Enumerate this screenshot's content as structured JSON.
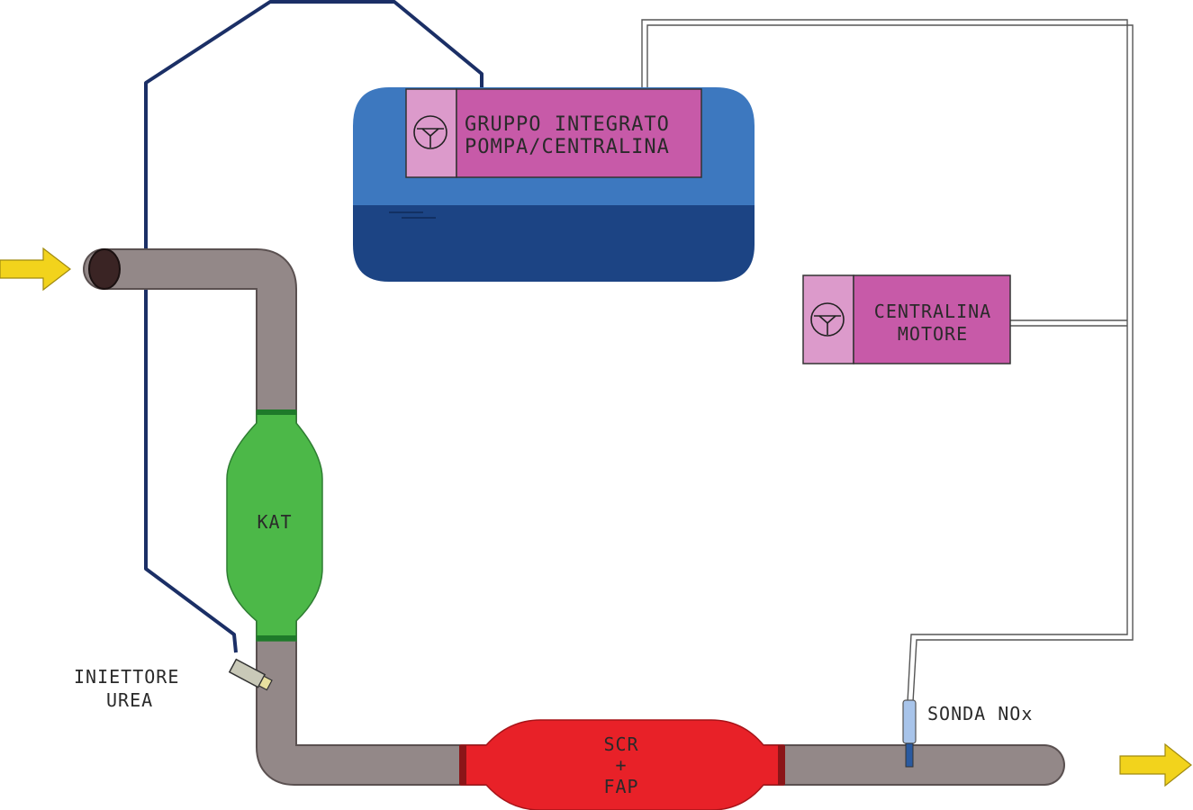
{
  "labels": {
    "pump_unit_line1": "GRUPPO INTEGRATO",
    "pump_unit_line2": "POMPA/CENTRALINA",
    "engine_ecu_line1": "CENTRALINA",
    "engine_ecu_line2": "MOTORE",
    "catalyst": "KAT",
    "scr_line1": "SCR",
    "scr_line2": "+",
    "scr_line3": "FAP",
    "injector_line1": "INIETTORE",
    "injector_line2": "UREA",
    "nox_sensor": "SONDA NOx"
  },
  "colors": {
    "pipe": "#938888",
    "pipe_edge": "#5a5050",
    "tank_upper": "#3d78bf",
    "tank_lower": "#1c4484",
    "ecu_fill": "#c75aa8",
    "ecu_light": "#dc9acb",
    "catalyst": "#4cb848",
    "catalyst_band": "#1e7a2a",
    "scr": "#e82128",
    "scr_band": "#8b1518",
    "urea_line": "#1b2f66",
    "wire": "#555555",
    "arrow": "#f2d31c",
    "sensor": "#a8c4ea"
  },
  "icons": [
    "ecu-chip-icon",
    "flow-arrow-icon"
  ]
}
